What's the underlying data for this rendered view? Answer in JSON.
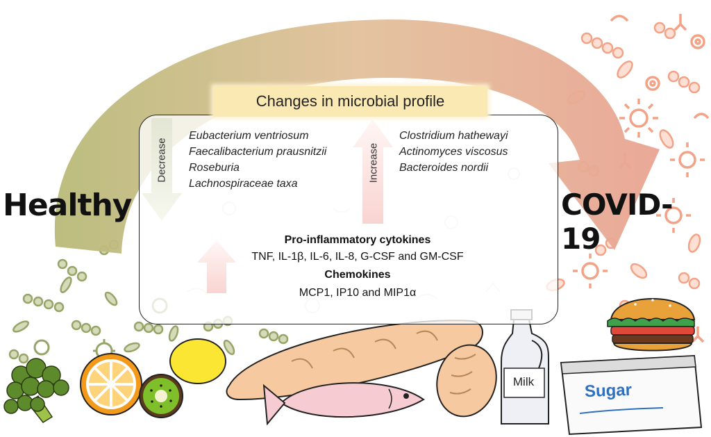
{
  "title": "Changes in microbial profile",
  "left_state": "Healthy",
  "right_state": "COVID-19",
  "decrease": {
    "label": "Decrease",
    "taxa": [
      "Eubacterium ventriosum",
      "Faecalibacterium prausnitzii",
      "Roseburia",
      "Lachnospiraceae taxa"
    ]
  },
  "increase": {
    "label": "Increase",
    "taxa": [
      "Clostridium hathewayi",
      "Actinomyces viscosus",
      "Bacteroides nordii"
    ]
  },
  "cytokines": {
    "heading": "Pro-inflammatory cytokines",
    "list": "TNF, IL-1β, IL-6, IL-8, G-CSF and GM-CSF"
  },
  "chemokines": {
    "heading": "Chemokines",
    "list": "MCP1, IP10 and MIP1α"
  },
  "foods": {
    "milk_label": "Milk",
    "sugar_label": "Sugar"
  },
  "colors": {
    "arc_left": "#b8ba78",
    "arc_right": "#e7a694",
    "title_bg": "#fbe9b4",
    "decrease_arrow": "#8f9a4f",
    "increase_arrow": "#e44a3c",
    "microbe_green": "#97a468",
    "microbe_orange": "#f2a286",
    "sugar_text": "#2f6fbf"
  }
}
